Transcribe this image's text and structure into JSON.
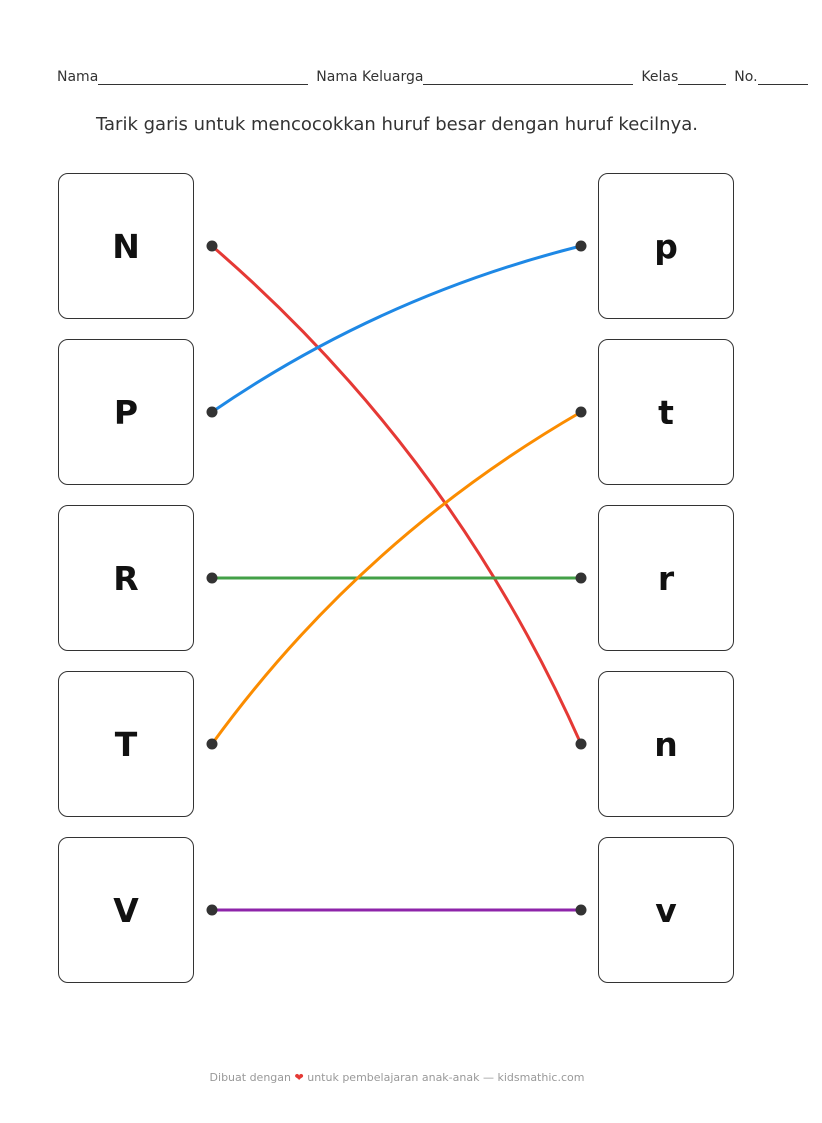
{
  "header": {
    "name_label": "Nama",
    "family_label": "Nama Keluarga",
    "class_label": "Kelas",
    "number_label": "No."
  },
  "instruction": "Tarik garis untuk mencocokkan huruf besar dengan huruf kecilnya.",
  "left_letters": [
    "N",
    "P",
    "R",
    "T",
    "V"
  ],
  "right_letters": [
    "p",
    "t",
    "r",
    "n",
    "v"
  ],
  "matches": [
    {
      "from": "N",
      "to": "n",
      "color": "#e53935"
    },
    {
      "from": "P",
      "to": "p",
      "color": "#1e88e5"
    },
    {
      "from": "R",
      "to": "r",
      "color": "#43a047"
    },
    {
      "from": "T",
      "to": "t",
      "color": "#fb8c00"
    },
    {
      "from": "V",
      "to": "v",
      "color": "#8e24aa"
    }
  ],
  "footer": {
    "before": "Dibuat dengan",
    "heart_icon": "heart-icon",
    "after": "untuk pembelajaran anak-anak — kidsmathic.com"
  }
}
